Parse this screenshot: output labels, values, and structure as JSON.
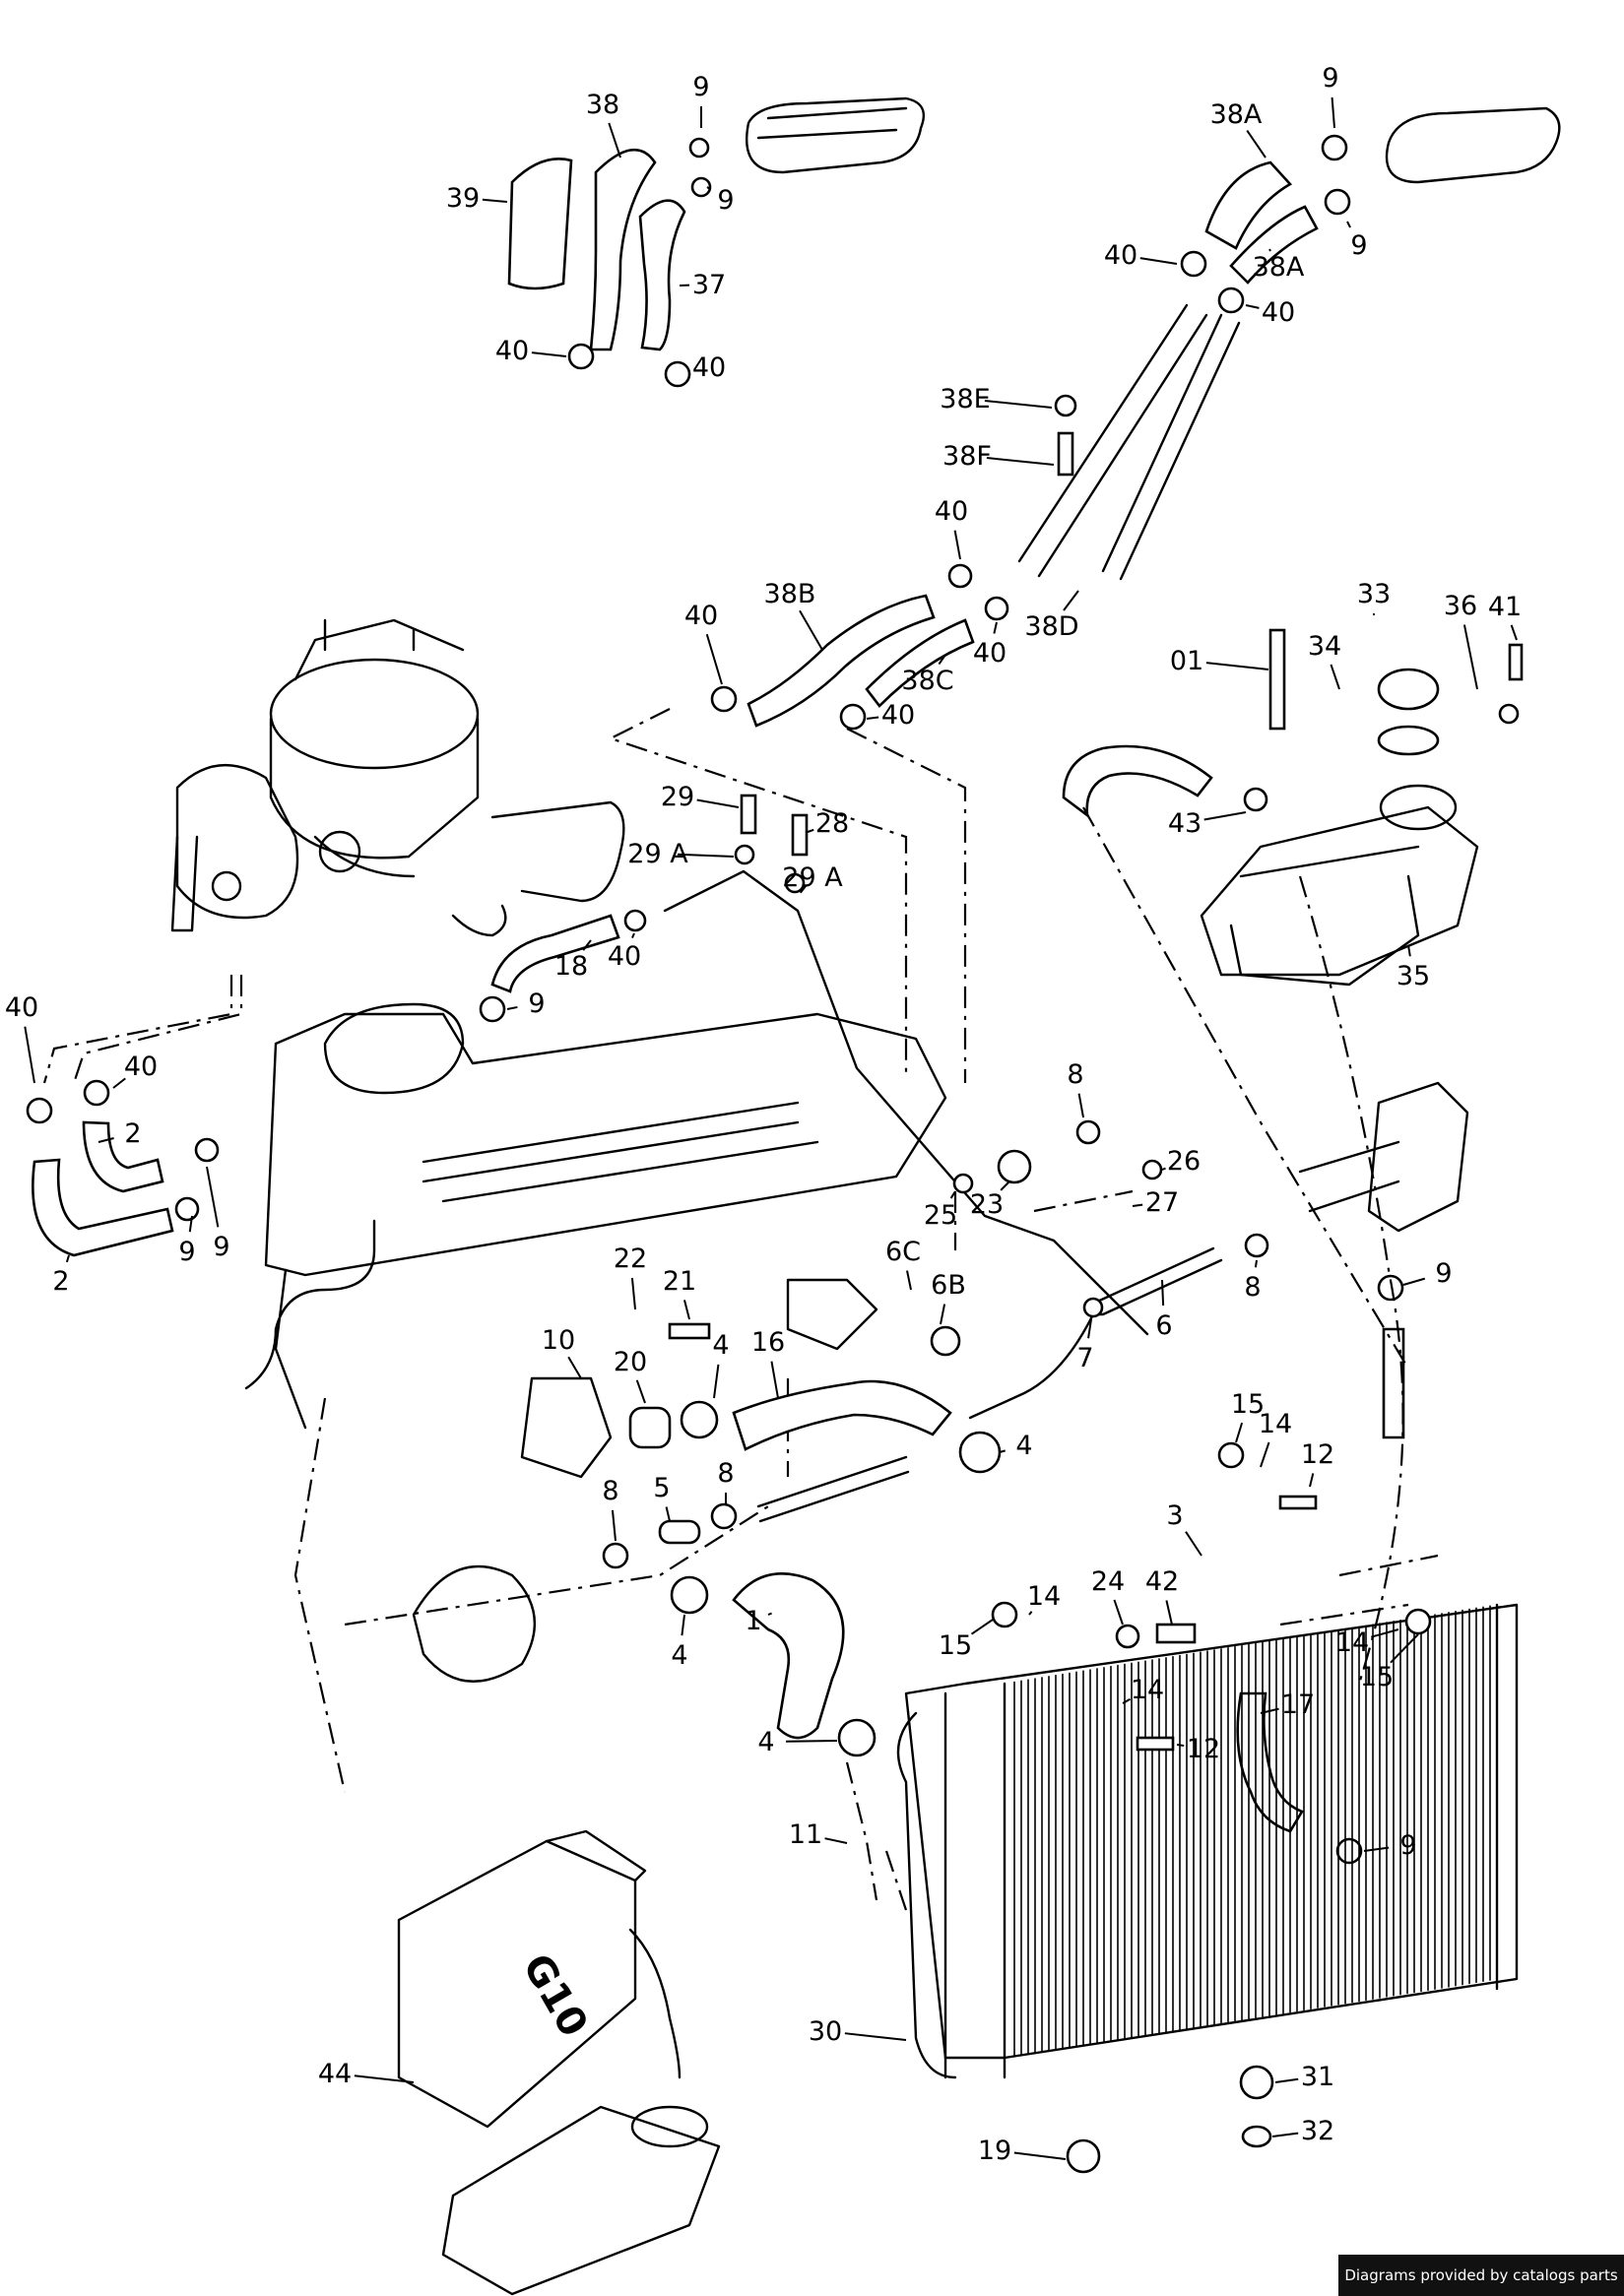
{
  "credit": "Diagrams provided by catalogs parts",
  "parts": [
    {
      "id": "p38",
      "label": "38"
    },
    {
      "id": "p9a",
      "label": "9"
    },
    {
      "id": "p9b",
      "label": "9"
    },
    {
      "id": "p39",
      "label": "39"
    },
    {
      "id": "p37",
      "label": "37"
    },
    {
      "id": "p40a",
      "label": "40"
    },
    {
      "id": "p40b",
      "label": "40"
    },
    {
      "id": "p38A1",
      "label": "38A"
    },
    {
      "id": "p9c",
      "label": "9"
    },
    {
      "id": "p9d",
      "label": "9"
    },
    {
      "id": "p38A2",
      "label": "38A"
    },
    {
      "id": "p40c",
      "label": "40"
    },
    {
      "id": "p40d",
      "label": "40"
    },
    {
      "id": "p38E",
      "label": "38E"
    },
    {
      "id": "p38F",
      "label": "38F"
    },
    {
      "id": "p40e",
      "label": "40"
    },
    {
      "id": "p38B",
      "label": "38B"
    },
    {
      "id": "p40f",
      "label": "40"
    },
    {
      "id": "p38D",
      "label": "38D"
    },
    {
      "id": "p40g",
      "label": "40"
    },
    {
      "id": "p38C",
      "label": "38C"
    },
    {
      "id": "p40h",
      "label": "40"
    },
    {
      "id": "p33",
      "label": "33"
    },
    {
      "id": "p36",
      "label": "36"
    },
    {
      "id": "p41",
      "label": "41"
    },
    {
      "id": "p34",
      "label": "34"
    },
    {
      "id": "p01",
      "label": "01"
    },
    {
      "id": "p29",
      "label": "29"
    },
    {
      "id": "p28",
      "label": "28"
    },
    {
      "id": "p29A1",
      "label": "29 A"
    },
    {
      "id": "p29A2",
      "label": "29 A"
    },
    {
      "id": "p43",
      "label": "43"
    },
    {
      "id": "p35",
      "label": "35"
    },
    {
      "id": "p18",
      "label": "18"
    },
    {
      "id": "p40i",
      "label": "40"
    },
    {
      "id": "p9e",
      "label": "9"
    },
    {
      "id": "p40j",
      "label": "40"
    },
    {
      "id": "p40k",
      "label": "40"
    },
    {
      "id": "p2a",
      "label": "2"
    },
    {
      "id": "p9f",
      "label": "9"
    },
    {
      "id": "p9g",
      "label": "9"
    },
    {
      "id": "p2b",
      "label": "2"
    },
    {
      "id": "p8a",
      "label": "8"
    },
    {
      "id": "p26",
      "label": "26"
    },
    {
      "id": "p25",
      "label": "25"
    },
    {
      "id": "p23",
      "label": "23"
    },
    {
      "id": "p27",
      "label": "27"
    },
    {
      "id": "p8b",
      "label": "8"
    },
    {
      "id": "p9h",
      "label": "9"
    },
    {
      "id": "p6C",
      "label": "6C"
    },
    {
      "id": "p6B",
      "label": "6B"
    },
    {
      "id": "p6",
      "label": "6"
    },
    {
      "id": "p22",
      "label": "22"
    },
    {
      "id": "p21",
      "label": "21"
    },
    {
      "id": "p10",
      "label": "10"
    },
    {
      "id": "p4a",
      "label": "4"
    },
    {
      "id": "p16",
      "label": "16"
    },
    {
      "id": "p20",
      "label": "20"
    },
    {
      "id": "p7",
      "label": "7"
    },
    {
      "id": "p15a",
      "label": "15"
    },
    {
      "id": "p14a",
      "label": "14"
    },
    {
      "id": "p12a",
      "label": "12"
    },
    {
      "id": "p4b",
      "label": "4"
    },
    {
      "id": "p8c",
      "label": "8"
    },
    {
      "id": "p5",
      "label": "5"
    },
    {
      "id": "p8d",
      "label": "8"
    },
    {
      "id": "p3",
      "label": "3"
    },
    {
      "id": "p24",
      "label": "24"
    },
    {
      "id": "p42",
      "label": "42"
    },
    {
      "id": "p14b",
      "label": "14"
    },
    {
      "id": "p15b",
      "label": "15"
    },
    {
      "id": "p4c",
      "label": "4"
    },
    {
      "id": "p1",
      "label": "1"
    },
    {
      "id": "p14c",
      "label": "14"
    },
    {
      "id": "p15c",
      "label": "15"
    },
    {
      "id": "p14d",
      "label": "14"
    },
    {
      "id": "p17",
      "label": "17"
    },
    {
      "id": "p12b",
      "label": "12"
    },
    {
      "id": "p4d",
      "label": "4"
    },
    {
      "id": "p11",
      "label": "11"
    },
    {
      "id": "p9i",
      "label": "9"
    },
    {
      "id": "p30",
      "label": "30"
    },
    {
      "id": "p44",
      "label": "44"
    },
    {
      "id": "p31",
      "label": "31"
    },
    {
      "id": "p32",
      "label": "32"
    },
    {
      "id": "p19",
      "label": "19"
    }
  ],
  "container_marking": "G10"
}
